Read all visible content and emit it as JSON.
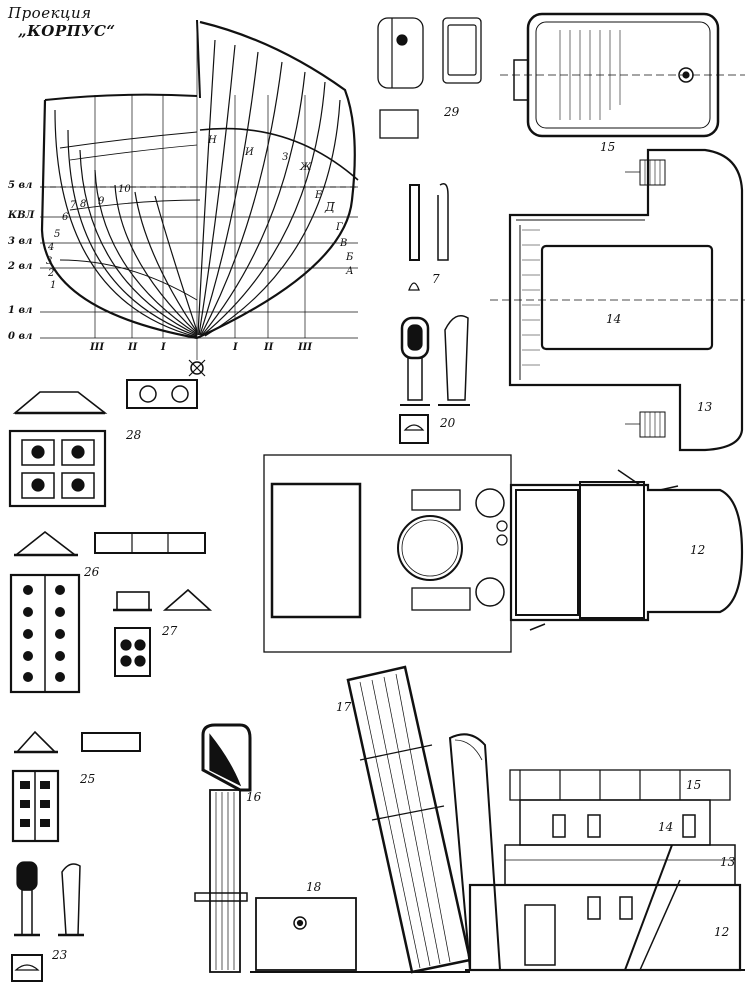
{
  "title_line1": "Проекция",
  "title_line2": "„КОРПУС“",
  "waterline_labels": [
    "5 вл",
    "КВЛ",
    "3 вл",
    "2 вл",
    "1 вл",
    "0 вл"
  ],
  "left_station_numbers": [
    "10",
    "9",
    "8",
    "7",
    "6",
    "5",
    "4",
    "3",
    "2",
    "1"
  ],
  "right_station_letters": [
    "Н",
    "И",
    "З",
    "Ж",
    "Е",
    "Д",
    "Г",
    "В",
    "Б",
    "А"
  ],
  "buttock_labels": [
    "III",
    "II",
    "I",
    "I",
    "II",
    "III"
  ],
  "part_numbers": {
    "p29": "29",
    "p15": "15",
    "p7": "7",
    "p14": "14",
    "p20": "20",
    "p13": "13",
    "p28": "28",
    "p26": "26",
    "p27": "27",
    "p12": "12",
    "p25": "25",
    "p17": "17",
    "p16": "16",
    "p18": "18",
    "p23": "23",
    "side15": "15",
    "side14": "14",
    "side13": "13",
    "side12": "12"
  },
  "colors": {
    "ink": "#111111",
    "paper": "#ffffff"
  }
}
